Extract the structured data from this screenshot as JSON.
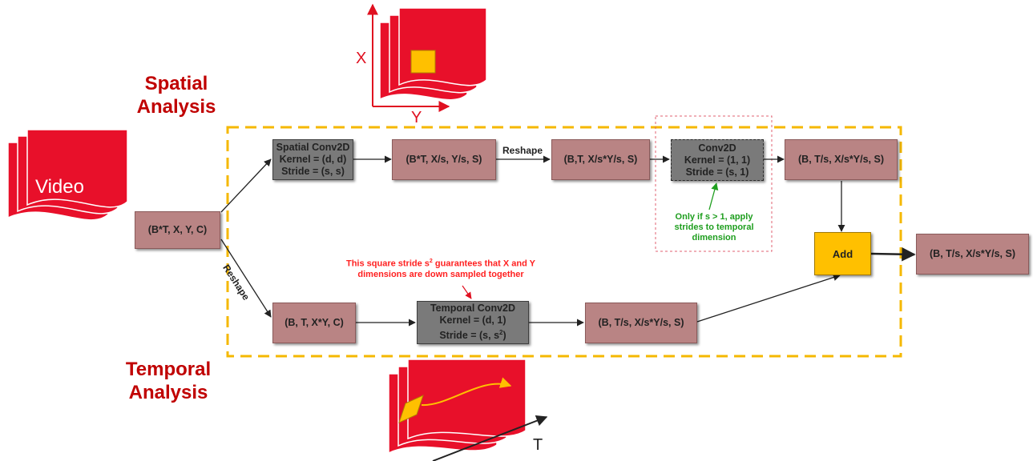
{
  "headings": {
    "spatial": "Spatial\nAnalysis",
    "temporal": "Temporal\nAnalysis"
  },
  "video_label": "Video",
  "axes": {
    "x": "X",
    "y": "Y",
    "t": "T"
  },
  "tensors": {
    "input": "(B*T, X, Y, C)",
    "spatial_out": "(B*T, X/s, Y/s, S)",
    "spatial_reshaped": "(B,T, X/s*Y/s, S)",
    "spatial_final": "(B, T/s, X/s*Y/s, S)",
    "temporal_in": "(B, T, X*Y, C)",
    "temporal_out": "(B, T/s, X/s*Y/s, S)",
    "output": "(B, T/s, X/s*Y/s, S)"
  },
  "ops": {
    "spatial_conv": {
      "title": "Spatial Conv2D",
      "kernel": "Kernel = (d, d)",
      "stride": "Stride = (s, s)"
    },
    "conv_1x1": {
      "title": "Conv2D",
      "kernel": "Kernel = (1, 1)",
      "stride": "Stride = (s, 1)"
    },
    "temporal_conv": {
      "title": "Temporal Conv2D",
      "kernel": "Kernel = (d, 1)",
      "stride_prefix": "Stride = (s, s",
      "stride_sup": "2",
      "stride_suffix": ")"
    },
    "add": "Add"
  },
  "edge_labels": {
    "reshape_top": "Reshape",
    "reshape_diag": "Reshape"
  },
  "notes": {
    "square_stride_prefix": "This square stride s",
    "square_stride_sup": "2",
    "square_stride_rest": " guarantees that X and Y dimensions are down sampled together",
    "only_if": "Only if s > 1, apply strides to temporal dimension"
  },
  "colors": {
    "heading_red": "#c00000",
    "frame_red": "#e8102a",
    "dashed_orange": "#f5b800",
    "tensor_box": "#b98484",
    "op_box": "#7a7a7a",
    "add_box": "#ffc000",
    "note_red": "#ff2020",
    "note_green": "#1e9e1e"
  }
}
